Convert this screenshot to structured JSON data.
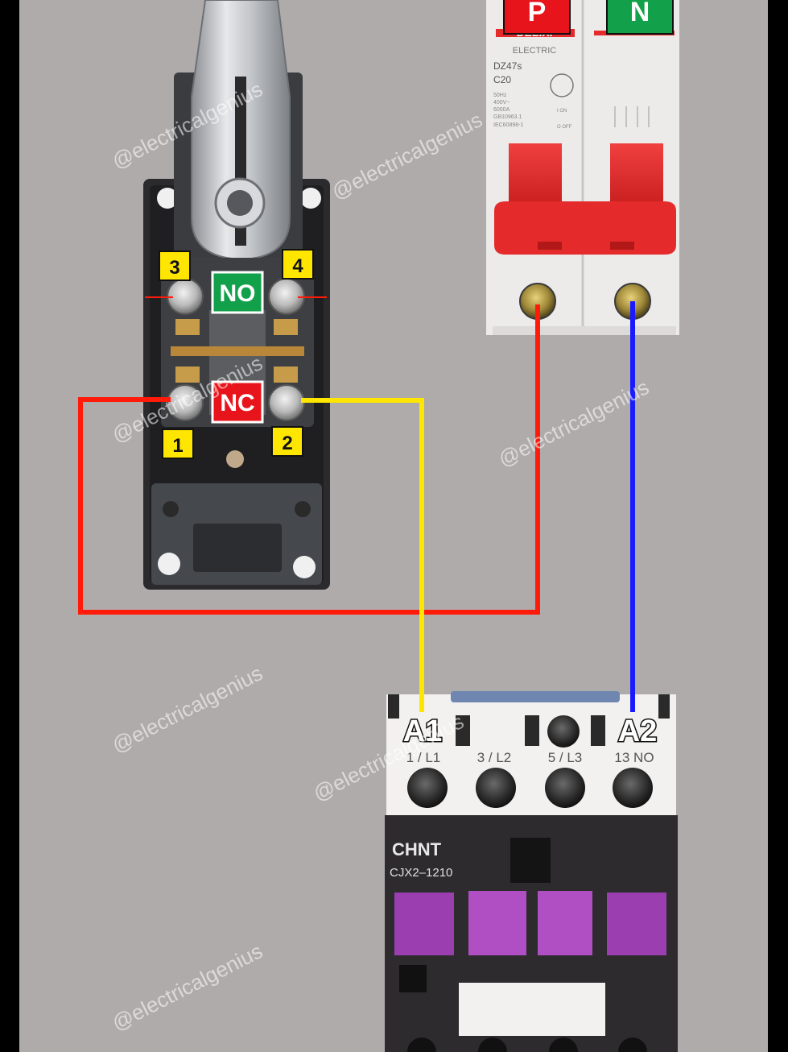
{
  "watermark": "@electricalgenius",
  "limit_switch": {
    "terminal_3": "3",
    "terminal_4": "4",
    "terminal_1": "1",
    "terminal_2": "2",
    "no_label": "NO",
    "nc_label": "NC"
  },
  "breaker": {
    "phase_label": "P",
    "neutral_label": "N",
    "brand": "DELIXI",
    "brand_sub": "ELECTRIC",
    "model": "DZ47s",
    "rating": "C20",
    "spec_lines": [
      "50Hz",
      "400V~",
      "6000A",
      "GB10963.1",
      "IEC60898-1"
    ],
    "on_text": "I ON",
    "off_text": "O OFF"
  },
  "contactor": {
    "coil_a1": "A1",
    "coil_a2": "A2",
    "terminals": [
      "1 / L1",
      "3 / L2",
      "5 / L3",
      "13 NO"
    ],
    "brand": "CHNT",
    "model": "CJX2–1210"
  },
  "colors": {
    "background": "#b0abab",
    "phase_wire": "#ff1a0a",
    "neutral_wire": "#1a1aff",
    "control_wire": "#ffe600",
    "label_yellow": "#ffe600",
    "label_green": "#12a04a",
    "label_red": "#e8141b",
    "breaker_red": "#e42a2a",
    "contactor_purple": "#9b3fb0"
  }
}
